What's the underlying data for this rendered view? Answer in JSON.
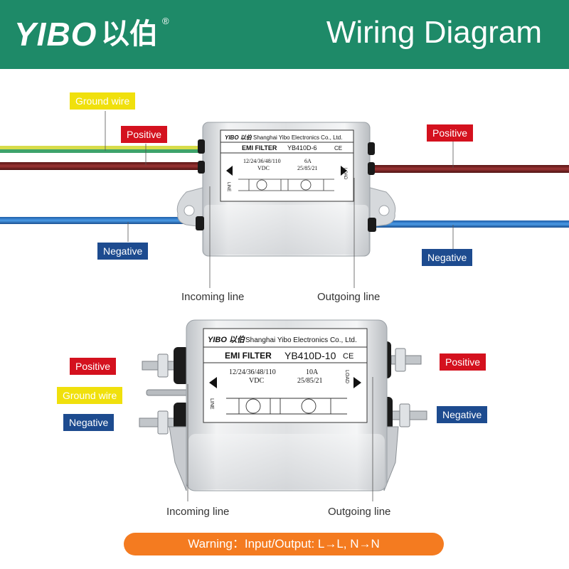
{
  "header": {
    "logo_text": "YIBO",
    "logo_cn": "以伯",
    "logo_reg": "®",
    "title": "Wiring Diagram"
  },
  "top_filter": {
    "maker": "Shanghai Yibo Electronics Co., Ltd.",
    "brand": "YIBO 以伯",
    "type_label": "EMI FILTER",
    "model": "YB410D-6",
    "voltage": "12/24/36/48/110",
    "vdc": "VDC",
    "current": "6A",
    "climate": "25/85/21",
    "line_side": "LINE",
    "load_side": "LOAD",
    "tags": {
      "ground_left": "Ground wire",
      "positive_left": "Positive",
      "positive_right": "Positive",
      "negative_left": "Negative",
      "negative_right": "Negative"
    },
    "incoming": "Incoming  line",
    "outgoing": "Outgoing line"
  },
  "bottom_filter": {
    "maker": "Shanghai Yibo Electronics Co., Ltd.",
    "brand": "YIBO 以伯",
    "type_label": "EMI FILTER",
    "model": "YB410D-10",
    "ce_mark": "CE",
    "voltage": "12/24/36/48/110",
    "vdc": "VDC",
    "current": "10A",
    "climate": "25/85/21",
    "line_side": "LINE",
    "load_side": "LOAD",
    "tags": {
      "positive_left": "Positive",
      "positive_right": "Positive",
      "ground_left": "Ground wire",
      "negative_left": "Negative",
      "negative_right": "Negative"
    },
    "incoming": "Incoming  line",
    "outgoing": "Outgoing line"
  },
  "warning": "Warning：Input/Output:  L→L, N→N",
  "colors": {
    "header_bg": "#1e8a68",
    "positive_tag": "#d4111e",
    "negative_tag": "#1d4b8f",
    "ground_tag": "#f0e00c",
    "warning_bg": "#f47b20",
    "wire_positive": "#7a1f1f",
    "wire_negative": "#2f7fd0",
    "wire_ground": "#d4dc3a"
  }
}
